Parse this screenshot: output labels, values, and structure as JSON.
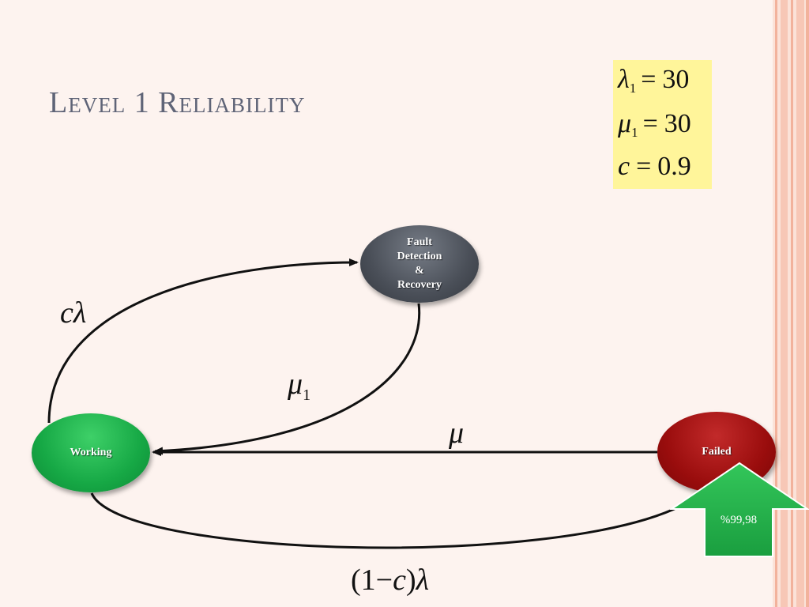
{
  "slide": {
    "title": "Level 1 Reliability"
  },
  "parameters": {
    "line1": {
      "symbol": "λ",
      "subscript": "1",
      "eq": "=",
      "value": "30"
    },
    "line2": {
      "symbol": "μ",
      "subscript": "1",
      "eq": "=",
      "value": "30"
    },
    "line3": {
      "symbol": "c",
      "eq": "=",
      "value": "0.9"
    }
  },
  "nodes": {
    "fdr": {
      "line1": "Fault",
      "line2": "Detection",
      "line3": "&",
      "line4": "Recovery"
    },
    "working": {
      "label": "Working"
    },
    "failed": {
      "label": "Failed"
    }
  },
  "edges": {
    "c_lambda": {
      "c": "c",
      "lambda": "λ"
    },
    "mu1": {
      "mu": "μ",
      "sub": "1"
    },
    "mu": {
      "mu": "μ"
    },
    "one_minus_c": {
      "open": "(1−",
      "c": "c",
      "close": ")",
      "lambda": "λ"
    }
  },
  "callout": {
    "text": "%99,98"
  },
  "colors": {
    "background": "#fdf3ef",
    "title": "#5f6477",
    "param_box": "#fff59a",
    "working": "#16a845",
    "fdr": "#4a4f58",
    "failed": "#9a0d0d",
    "callout": "#22b14c",
    "stripes": "#f4b8a4"
  }
}
